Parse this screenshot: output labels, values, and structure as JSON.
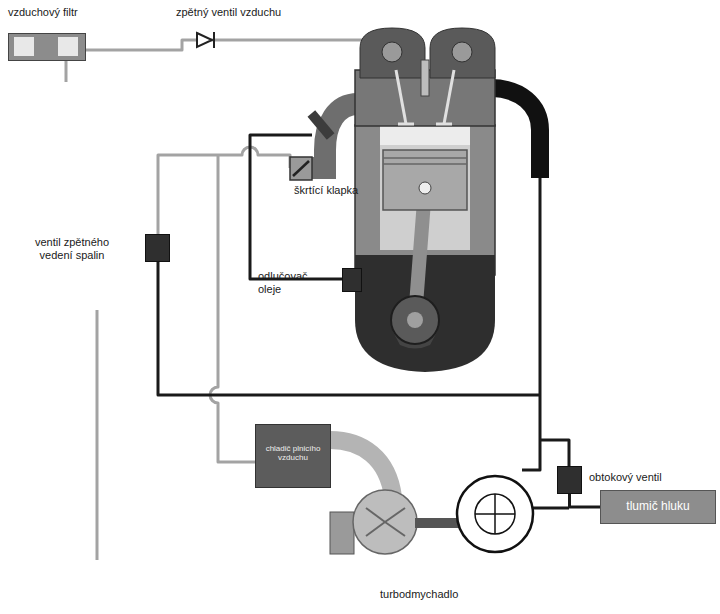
{
  "diagram": {
    "nodes": [
      {
        "text": [
          "vzduchový filtr"
        ]
      },
      {
        "text": [
          "ventil zpětného vedení spalin"
        ]
      },
      {
        "text": [
          "odlučovač oleje"
        ]
      },
      {
        "text": [
          "chladič plnicího vzduchu"
        ]
      },
      {
        "text": [
          "obtokový ventil"
        ]
      },
      {
        "text": [
          "tlumič hluku"
        ]
      }
    ],
    "edges": [
      {
        "from": 4,
        "to": 5,
        "arrow": "none"
      }
    ],
    "labels": [
      "zpětný ventil vzduchu",
      "škrtící klapka",
      "turbodmychadlo"
    ]
  }
}
